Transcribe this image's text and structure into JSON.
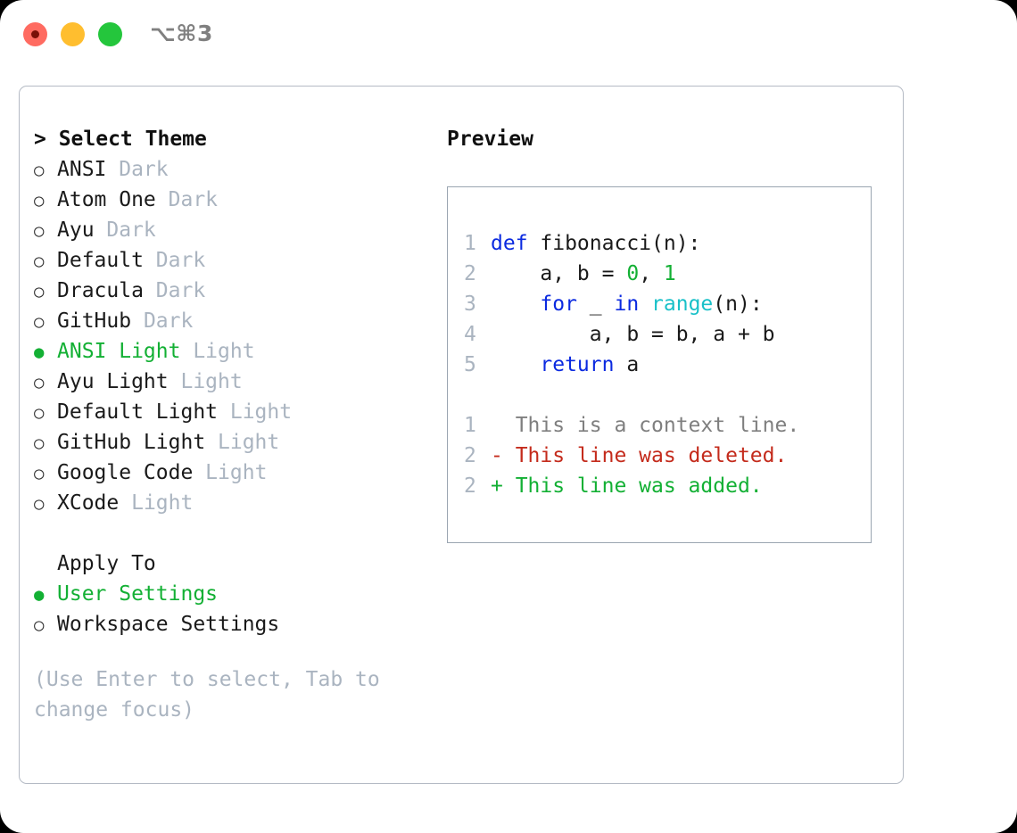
{
  "titlebar": {
    "shortcut": "⌥⌘3",
    "lights": [
      "close",
      "minimize",
      "zoom"
    ]
  },
  "theme_picker": {
    "heading": "> Select Theme",
    "items": [
      {
        "marker": "○",
        "name": "ANSI",
        "kind": "Dark",
        "selected": false
      },
      {
        "marker": "○",
        "name": "Atom One",
        "kind": "Dark",
        "selected": false
      },
      {
        "marker": "○",
        "name": "Ayu",
        "kind": "Dark",
        "selected": false
      },
      {
        "marker": "○",
        "name": "Default",
        "kind": "Dark",
        "selected": false
      },
      {
        "marker": "○",
        "name": "Dracula",
        "kind": "Dark",
        "selected": false
      },
      {
        "marker": "○",
        "name": "GitHub",
        "kind": "Dark",
        "selected": false
      },
      {
        "marker": "●",
        "name": "ANSI Light",
        "kind": "Light",
        "selected": true
      },
      {
        "marker": "○",
        "name": "Ayu Light",
        "kind": "Light",
        "selected": false
      },
      {
        "marker": "○",
        "name": "Default Light",
        "kind": "Light",
        "selected": false
      },
      {
        "marker": "○",
        "name": "GitHub Light",
        "kind": "Light",
        "selected": false
      },
      {
        "marker": "○",
        "name": "Google Code",
        "kind": "Light",
        "selected": false
      },
      {
        "marker": "○",
        "name": "XCode",
        "kind": "Light",
        "selected": false
      }
    ]
  },
  "apply_to": {
    "heading": "Apply To",
    "items": [
      {
        "marker": "●",
        "name": "User Settings",
        "selected": true
      },
      {
        "marker": "○",
        "name": "Workspace Settings",
        "selected": false
      }
    ]
  },
  "hint": "(Use Enter to select, Tab to change focus)",
  "preview": {
    "title": "Preview",
    "code_lines": [
      {
        "num": "1",
        "tokens": [
          {
            "t": "def",
            "c": "kw"
          },
          {
            "t": " fibonacci(n):",
            "c": "txt"
          }
        ]
      },
      {
        "num": "2",
        "tokens": [
          {
            "t": "    a, b = ",
            "c": "txt"
          },
          {
            "t": "0",
            "c": "num"
          },
          {
            "t": ", ",
            "c": "txt"
          },
          {
            "t": "1",
            "c": "num"
          }
        ]
      },
      {
        "num": "3",
        "tokens": [
          {
            "t": "    ",
            "c": "txt"
          },
          {
            "t": "for",
            "c": "kw"
          },
          {
            "t": " _ ",
            "c": "txt"
          },
          {
            "t": "in",
            "c": "kw"
          },
          {
            "t": " ",
            "c": "txt"
          },
          {
            "t": "range",
            "c": "fn"
          },
          {
            "t": "(n):",
            "c": "txt"
          }
        ]
      },
      {
        "num": "4",
        "tokens": [
          {
            "t": "        a, b = b, a + b",
            "c": "txt"
          }
        ]
      },
      {
        "num": "5",
        "tokens": [
          {
            "t": "    ",
            "c": "txt"
          },
          {
            "t": "return",
            "c": "kw"
          },
          {
            "t": " a",
            "c": "txt"
          }
        ]
      }
    ],
    "diff_lines": [
      {
        "num": "1",
        "text": "  This is a context line.",
        "kind": "ctx"
      },
      {
        "num": "2",
        "text": "- This line was deleted.",
        "kind": "del"
      },
      {
        "num": "2",
        "text": "+ This line was added.",
        "kind": "add"
      }
    ]
  },
  "colors": {
    "accent_green": "#13b034",
    "muted": "#aab4c0",
    "keyword": "#0b2ae0",
    "function": "#18c0c8",
    "number": "#13b034",
    "diff_delete": "#c42b1c",
    "diff_add": "#13b034",
    "panel_border": "#b4bac4",
    "code_border": "#9aa5b1"
  }
}
